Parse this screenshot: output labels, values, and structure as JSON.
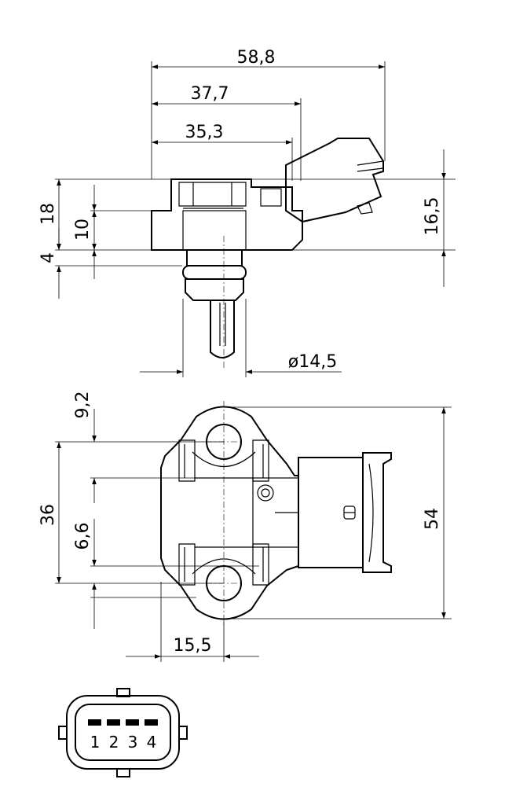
{
  "side_view": {
    "dim_overall_length": "58,8",
    "dim_to_connector_end": "37,7",
    "dim_to_connector_start": "35,3",
    "dim_total_height": "18",
    "dim_flange_height": "10",
    "dim_seal_height": "4",
    "dim_connector_height": "16,5",
    "dim_stem_diameter": "ø14,5"
  },
  "top_view": {
    "dim_hole_offset_top": "9,2",
    "dim_hole_spacing": "36",
    "dim_hole_offset_bottom": "6,6",
    "dim_hole_to_edge": "15,5",
    "dim_total_width": "54"
  },
  "connector_pinout": {
    "pins": [
      "1",
      "2",
      "3",
      "4"
    ]
  }
}
